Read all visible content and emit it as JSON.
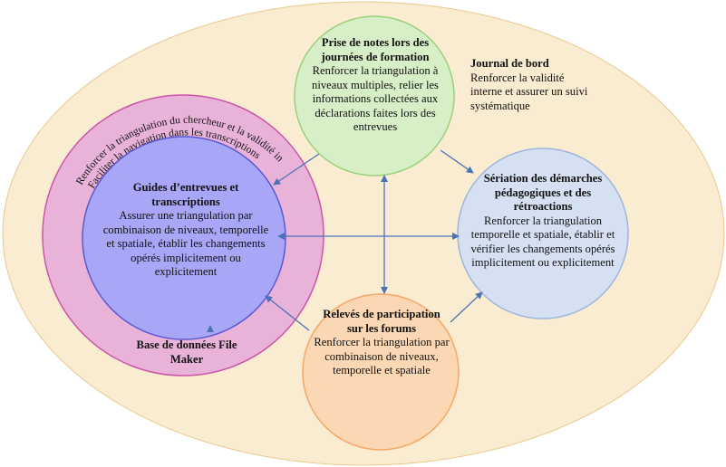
{
  "colors": {
    "background_ellipse": "#faecd0",
    "pink_ring": "#e9b3d9",
    "pink_ring_stroke": "#cc55a8",
    "blue_circle": "#a8a6f6",
    "blue_circle_stroke": "#5b58d3",
    "green_circle": "#d7efc6",
    "green_circle_stroke": "#9ad07c",
    "light_blue_circle": "#d5e1f2",
    "light_blue_circle_stroke": "#9db5de",
    "orange_circle": "#fbd7b3",
    "orange_circle_stroke": "#f4a866",
    "arrow": "#4a72b8"
  },
  "nodes": {
    "guides": {
      "title": "Guides d’entrevues et transcriptions",
      "body": "Assurer une triangulation par combinaison de niveaux, temporelle et spatiale, établir les changements opérés implicitement ou explicitement"
    },
    "database": {
      "title": "Base de données File Maker",
      "arc_line1": "Renforcer la triangulation du chercheur et la validité interne",
      "arc_line2": "Faciliter la navigation dans les transcriptions"
    },
    "notes": {
      "title": "Prise de notes lors des journées de formation",
      "body": "Renforcer la triangulation à niveaux multiples, relier les informations collectées aux déclarations faites lors des entrevues"
    },
    "journal": {
      "title": "Journal de bord",
      "body": "Renforcer la validité interne et assurer un suivi systématique"
    },
    "seriation": {
      "title": "Sériation des démarches pédagogiques et des rétroactions",
      "body": "Renforcer la triangulation temporelle et spatiale, établir et vérifier les changements opérés implicitement ou explicitement"
    },
    "forums": {
      "title": "Relevés de participation sur les forums",
      "body": "Renforcer la triangulation par combinaison de niveaux, temporelle et spatiale"
    }
  }
}
